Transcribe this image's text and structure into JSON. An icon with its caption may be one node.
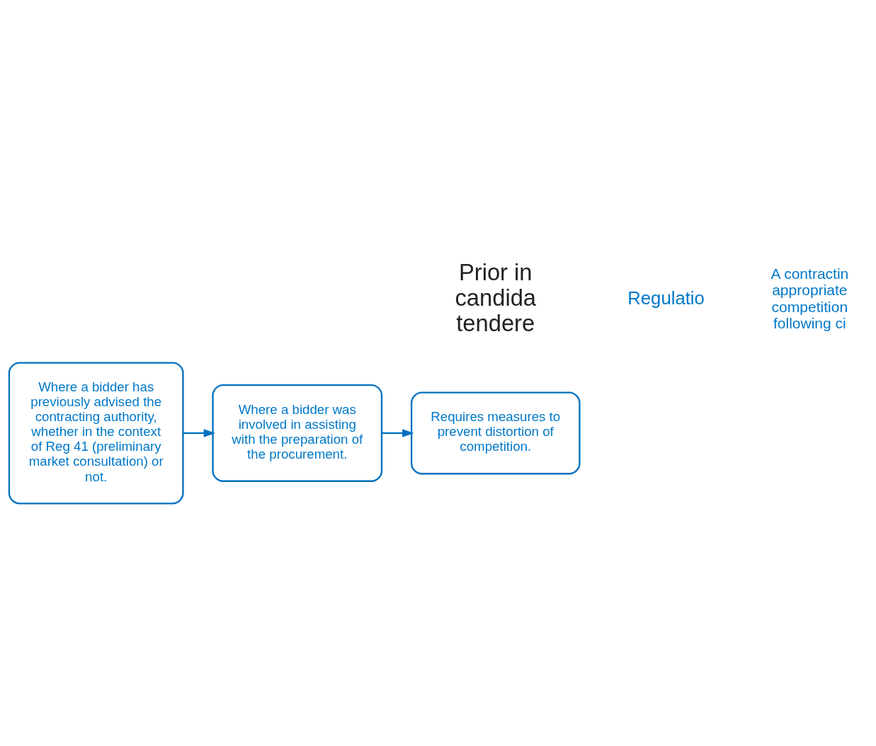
{
  "diagram": {
    "nodes": [
      {
        "text": [
          "Where a bidder has previously advised the contracting authority, whether in the context of Reg 41 (preliminary market consultation) or not."
        ]
      },
      {
        "text": [
          "Where a bidder was involved in assisting with the preparation of the procurement."
        ]
      },
      {
        "text": [
          "Requires measures to prevent distortion of competition."
        ]
      }
    ],
    "edges": [
      {
        "from": 0,
        "to": 1,
        "arrow": "to"
      },
      {
        "from": 1,
        "to": 2,
        "arrow": "to"
      }
    ],
    "labels": [
      "Prior in candida tendere",
      "Regulatio",
      "A contractin appropriate competition following ci"
    ]
  }
}
